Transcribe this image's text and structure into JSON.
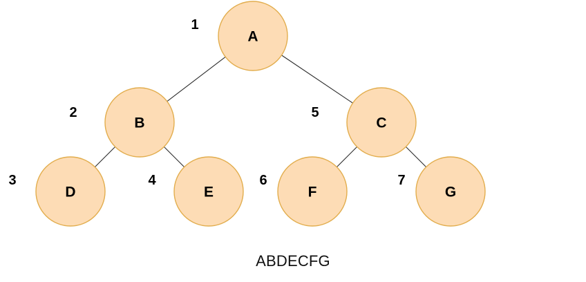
{
  "tree": {
    "nodes": [
      {
        "id": "A",
        "label": "A",
        "order": "1"
      },
      {
        "id": "B",
        "label": "B",
        "order": "2"
      },
      {
        "id": "C",
        "label": "C",
        "order": "5"
      },
      {
        "id": "D",
        "label": "D",
        "order": "3"
      },
      {
        "id": "E",
        "label": "E",
        "order": "4"
      },
      {
        "id": "F",
        "label": "F",
        "order": "6"
      },
      {
        "id": "G",
        "label": "G",
        "order": "7"
      }
    ],
    "edges": [
      {
        "from": "A",
        "to": "B"
      },
      {
        "from": "A",
        "to": "C"
      },
      {
        "from": "B",
        "to": "D"
      },
      {
        "from": "B",
        "to": "E"
      },
      {
        "from": "C",
        "to": "F"
      },
      {
        "from": "C",
        "to": "G"
      }
    ],
    "colors": {
      "node_fill": "#fddcb5",
      "node_border": "#e2ad4d",
      "edge": "#2b2b2b"
    }
  },
  "caption": "ABDECFG"
}
